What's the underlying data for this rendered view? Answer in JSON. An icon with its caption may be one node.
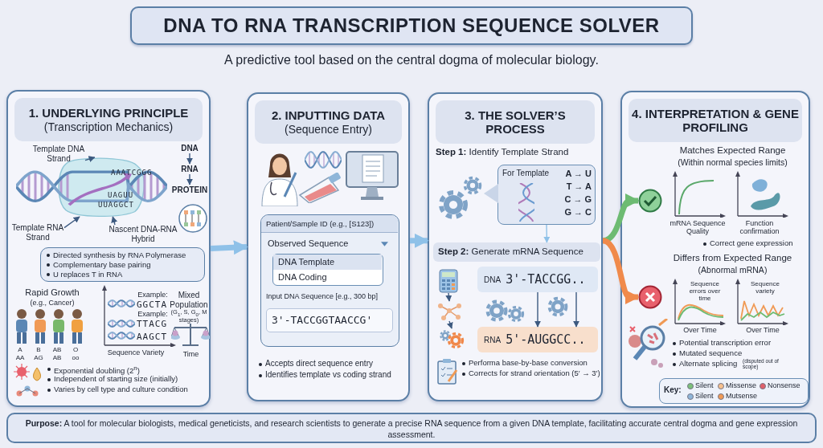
{
  "diagram": {
    "title": "DNA TO RNA TRANSCRIPTION SEQUENCE SOLVER",
    "nodes": [
      {
        "text": [
          "1. UNDERLYING PRINCIPLE",
          "(Transcription Mechanics)"
        ]
      },
      {
        "text": [
          "Template DNA Strand"
        ],
        "in": 0
      },
      {
        "text": [
          "DNA"
        ],
        "in": 0
      },
      {
        "text": [
          "RNA"
        ],
        "in": 0
      },
      {
        "text": [
          "PROTEIN"
        ],
        "in": 0
      },
      {
        "text": [
          "Template RNA Strand"
        ],
        "in": 0
      },
      {
        "text": [
          "Nascent DNA-RNA Hybrid"
        ],
        "in": 0
      },
      {
        "text": [
          "Directed synthesis by RNA Polymerase",
          "Complementary base pairing",
          "U replaces T in RNA"
        ],
        "in": 0
      },
      {
        "text": [
          "2. INPUTTING DATA",
          "(Sequence Entry)"
        ]
      },
      {
        "text": [
          "Patient/Sample ID (e.g., [S123])",
          "Observed Sequence",
          "DNA Template",
          "DNA Coding",
          "Input DNA Sequence [e.g., 300 bp]",
          "3'-TACCGGTAACCG'"
        ],
        "in": 8
      },
      {
        "text": [
          "3. THE SOLVER’S PROCESS"
        ]
      },
      {
        "text": [
          "For Template",
          "A → U",
          "T → A",
          "C → G",
          "G → C"
        ],
        "in": 10
      },
      {
        "text": [
          "**Step 2:** Generate mRNA Sequence"
        ],
        "in": 10
      },
      {
        "text": [],
        "shape": "picture",
        "in": 10
      },
      {
        "text": [
          "DNA",
          "3'-TACCGG.."
        ],
        "in": 10
      },
      {
        "text": [],
        "shape": "picture",
        "in": 10
      },
      {
        "text": [],
        "shape": "picture",
        "in": 10
      },
      {
        "text": [
          "RNA",
          "5'-AUGGCC.."
        ],
        "in": 10
      },
      {
        "text": [
          "4. INTERPRETATION & GENE PROFILING"
        ]
      },
      {
        "text": [],
        "shape": "circle",
        "in": 18
      },
      {
        "text": [],
        "shape": "circle",
        "in": 18
      },
      {
        "text": [
          "**Purpose:** A tool for molecular biologists, medical geneticists, and research scientists to generate a precise RNA sequence from a given DNA template, facilitating accurate central dogma and gene expression assessment."
        ]
      },
      {
        "text": [],
        "shape": "picture",
        "in": 0
      }
    ],
    "edges": [
      {
        "from": 0,
        "to": 8,
        "arrow": "to",
        "style": "thick",
        "color": "#8fc1e8"
      },
      {
        "from": 8,
        "to": 10,
        "arrow": "to",
        "style": "thick",
        "color": "#8fc1e8"
      },
      {
        "from": 10,
        "to": 19,
        "arrow": "to",
        "style": "thick",
        "color": "#6dbb72"
      },
      {
        "from": 10,
        "to": 20,
        "arrow": "to",
        "style": "thick",
        "color": "#f08a4b"
      },
      {
        "from": 1,
        "to": 22,
        "arrow": "to"
      },
      {
        "from": 2,
        "to": 3,
        "arrow": "to"
      },
      {
        "from": 3,
        "to": 4,
        "arrow": "to"
      },
      {
        "from": 5,
        "to": 22,
        "arrow": "to"
      },
      {
        "from": 6,
        "to": 22,
        "arrow": "to"
      },
      {
        "from": 11,
        "to": 12,
        "arrow": "to",
        "color": "#8fc1e8"
      },
      {
        "from": 13,
        "to": 15,
        "arrow": "to"
      },
      {
        "from": 15,
        "to": 16,
        "arrow": "to"
      },
      {
        "from": 14,
        "to": 17,
        "arrow": "to"
      },
      {
        "from": 14,
        "to": 17,
        "arrow": "to"
      }
    ],
    "labels": [
      "A predictive tool based on the central dogma of molecular biology.",
      "AAATCGGG",
      "UAGUU",
      "UUAGGCT",
      "Rapid Growth",
      "(e.g., Cancer)",
      "A",
      "B",
      "AB",
      "O",
      "AA",
      "AG",
      "AB",
      "oo",
      "Example:",
      "GGCTA",
      "Example:",
      "TTACG",
      "AAGCT",
      "Sequence Variety",
      "Mixed Population",
      "(G$_{1}$, S, G$_{0}$, M stages)",
      "Time",
      "Exponential doubling (2$^{n}$)",
      "Independent of starting size (initially)",
      "Varies by cell type and culture condition",
      "Accepts direct sequence entry",
      "Identifies template vs coding strand",
      "**Step 1:** Identify Template Strand",
      "Performa base-by-base conversion",
      "Corrects for strand orientation (5′ → 3′)",
      "Matches Expected Range",
      "(Within normal species limits)",
      "mRNA Sequence Quality",
      "Function confirmation",
      "Correct gene expression",
      "Differs from Expected Range",
      "(Abnormal mRNA)",
      "Sequence errors over time",
      "Sequence variety",
      "Over Time",
      "Over Time",
      "Potential transcription error",
      "Mutated sequence",
      "Alternate splicing",
      "(disputed out of scope)",
      "Key:"
    ],
    "legend": [
      {
        "text": "Silent",
        "color": "#7cc07a"
      },
      {
        "text": "Missense",
        "color": "#f6c08e"
      },
      {
        "text": "Nonsense",
        "color": "#e0606a"
      },
      {
        "text": "Silent",
        "color": "#8fb6d9"
      },
      {
        "text": "Mutsense",
        "color": "#f09a55"
      }
    ]
  }
}
